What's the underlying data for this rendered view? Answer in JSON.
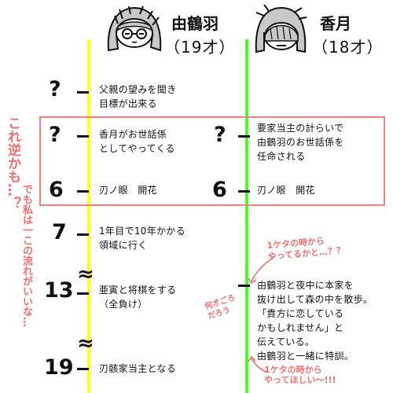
{
  "characters": [
    {
      "name": "由鶴羽",
      "age": "（19才）"
    },
    {
      "name": "香月",
      "age": "（18才）"
    }
  ],
  "timeline": {
    "yufuba_color": "#ffff1a",
    "kazuki_color": "#47ff22",
    "highlight_color": "#f08080",
    "rows": [
      {
        "marker": "?",
        "event": "父親の望みを聞き\n目標が出来る"
      },
      {
        "marker": "?",
        "event": "香月がお世話係\nとしてやってくる"
      },
      {
        "marker": "6",
        "event": "刃ノ眼　開花"
      },
      {
        "marker": "7",
        "event": "1年目で10年かかる\n領域に行く"
      },
      {
        "marker": "13",
        "event": "亜寅と将棋をする\n（全負け）"
      },
      {
        "marker": "19",
        "event": "刃骸家当主となる"
      }
    ],
    "approx_symbol": "≈",
    "kazuki_rows": [
      {
        "marker": "?",
        "event": "要家当主の計らいで\n由鶴羽のお世話係を\n任命される"
      },
      {
        "marker": "6",
        "event": "刃ノ眼　開花"
      },
      {
        "marker": "",
        "event": "由鶴羽と夜中に本家を\n抜け出して森の中を散歩。\n「貴方に恋している\nかもしれません」と\n伝えている。\n由鶴羽と一緒に特訓。"
      }
    ]
  },
  "notes": {
    "left_vertical_1": "これ逆かも…？",
    "left_vertical_2": "でも私は一この流れがいいな…",
    "top_right": "1ケタの時から\nやってるかと…？？",
    "middle_tilted": "何才ごろ\nだろう",
    "bottom_right": "1ケタの時から\nやってほしい〜!!!",
    "color": "#f07070"
  }
}
